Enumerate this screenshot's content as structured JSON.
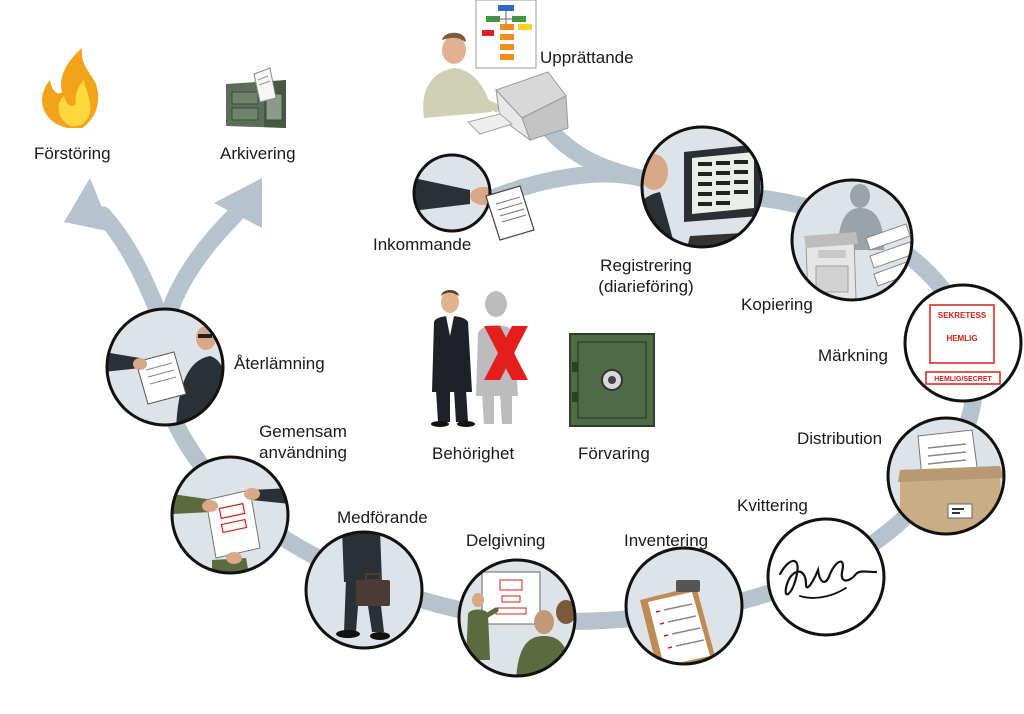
{
  "diagram": {
    "colors": {
      "path": "#b4c3cc",
      "circle_bg": "#dde3e6",
      "stamp_red": "#d4201c",
      "safe_green": "#4f6b45",
      "deny_red": "#e51d1d"
    },
    "steps": [
      {
        "key": "upprattande",
        "label": "Upprättande",
        "icon": "flowchart-computer-icon"
      },
      {
        "key": "inkommande",
        "label": "Inkommande",
        "icon": "hand-document-icon"
      },
      {
        "key": "registrering",
        "label_line1": "Registrering",
        "label_line2": "(diarieföring)",
        "icon": "monitor-register-icon"
      },
      {
        "key": "kopiering",
        "label": "Kopiering",
        "icon": "copier-icon"
      },
      {
        "key": "markning",
        "label": "Märkning",
        "icon": "classification-stamp-icon"
      },
      {
        "key": "distribution",
        "label": "Distribution",
        "icon": "box-document-icon"
      },
      {
        "key": "kvittering",
        "label": "Kvittering",
        "icon": "signature-icon"
      },
      {
        "key": "inventering",
        "label": "Inventering",
        "icon": "clipboard-checklist-icon"
      },
      {
        "key": "delgivning",
        "label": "Delgivning",
        "icon": "briefing-presentation-icon"
      },
      {
        "key": "medforande",
        "label": "Medförande",
        "icon": "briefcase-carry-icon"
      },
      {
        "key": "gemensam",
        "label_line1": "Gemensam",
        "label_line2": "användning",
        "icon": "shared-document-icon"
      },
      {
        "key": "aterlamning",
        "label": "Återlämning",
        "icon": "return-document-icon"
      }
    ],
    "endpoints": [
      {
        "key": "forstoring",
        "label": "Förstöring",
        "icon": "fire-icon"
      },
      {
        "key": "arkivering",
        "label": "Arkivering",
        "icon": "filing-cabinet-icon"
      }
    ],
    "center": [
      {
        "key": "behorighet",
        "label": "Behörighet",
        "icon": "authorized-person-icon"
      },
      {
        "key": "forvaring",
        "label": "Förvaring",
        "icon": "safe-icon"
      }
    ],
    "stamp": {
      "top": "SEKRETESS",
      "middle": "HEMLIG",
      "bottom": "HEMLIG/SECRET"
    }
  }
}
